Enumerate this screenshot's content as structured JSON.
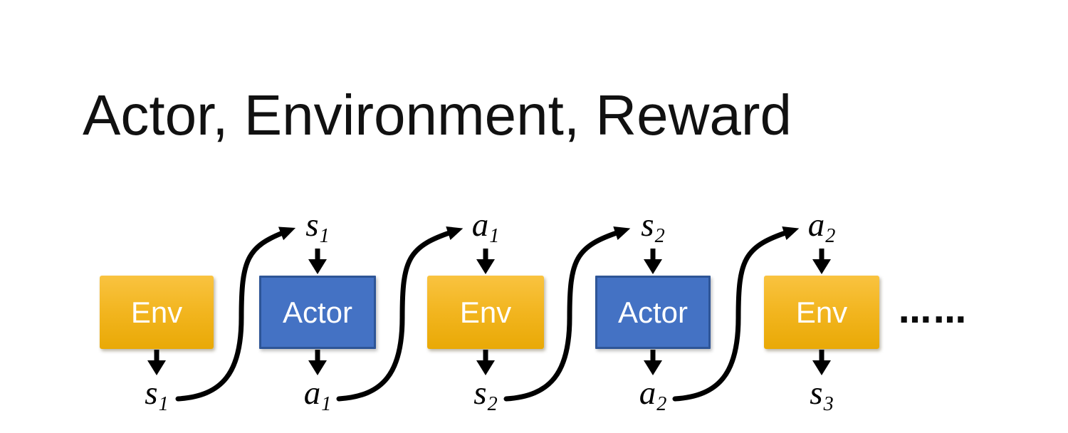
{
  "page": {
    "title": "Actor, Environment, Reward",
    "background": "#ffffff"
  },
  "colors": {
    "env_gradient_top": "#F9C340",
    "env_gradient_bottom": "#E9A906",
    "actor_fill": "#4472C4",
    "actor_border": "#2E5597",
    "box_text": "#ffffff",
    "arrow": "#000000",
    "title_text": "#111111"
  },
  "diagram": {
    "nodes": [
      {
        "label": "Env",
        "type": "env",
        "output": {
          "base": "s",
          "sub": "1"
        }
      },
      {
        "label": "Actor",
        "type": "actor",
        "input": {
          "base": "s",
          "sub": "1"
        },
        "output": {
          "base": "a",
          "sub": "1"
        }
      },
      {
        "label": "Env",
        "type": "env",
        "input": {
          "base": "a",
          "sub": "1"
        },
        "output": {
          "base": "s",
          "sub": "2"
        }
      },
      {
        "label": "Actor",
        "type": "actor",
        "input": {
          "base": "s",
          "sub": "2"
        },
        "output": {
          "base": "a",
          "sub": "2"
        }
      },
      {
        "label": "Env",
        "type": "env",
        "input": {
          "base": "a",
          "sub": "2"
        },
        "output": {
          "base": "s",
          "sub": "3"
        }
      }
    ],
    "ellipsis": "……"
  }
}
